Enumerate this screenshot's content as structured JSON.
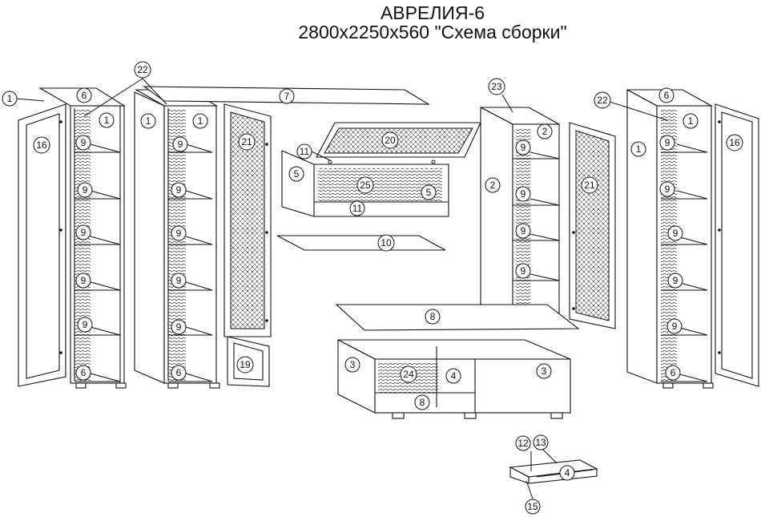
{
  "title": {
    "line1": "АВРЕЛИЯ-6",
    "line2": "2800x2250x560 \"Схема сборки\""
  },
  "callouts": {
    "c1": "1",
    "c2": "2",
    "c3": "3",
    "c4": "4",
    "c5": "5",
    "c6": "6",
    "c7": "7",
    "c8": "8",
    "c9": "9",
    "c10": "10",
    "c11": "11",
    "c12": "12",
    "c13": "13",
    "c15": "15",
    "c16": "16",
    "c19": "19",
    "c20": "20",
    "c21": "21",
    "c22": "22",
    "c23": "23",
    "c24": "24",
    "c25": "25"
  }
}
